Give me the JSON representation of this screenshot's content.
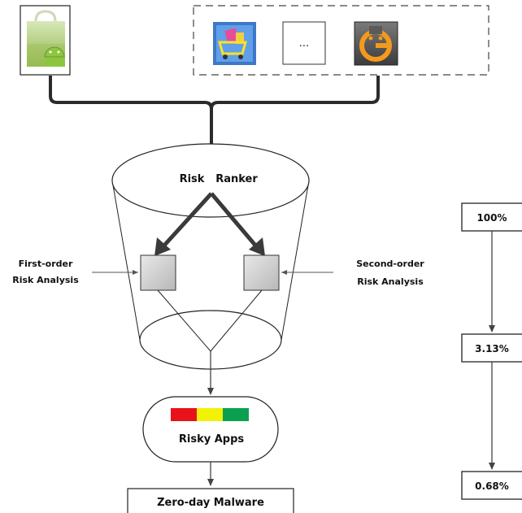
{
  "sources": {
    "ellipsis": "..."
  },
  "ranker": {
    "title_left": "Risk",
    "title_right": "Ranker"
  },
  "first_order": {
    "line1": "First-order",
    "line2": "Risk Analysis"
  },
  "second_order": {
    "line1": "Second-order",
    "line2": "Risk Analysis"
  },
  "risky_apps": {
    "label": "Risky Apps",
    "colors": [
      "#e8131a",
      "#f2f207",
      "#0aa050"
    ]
  },
  "malware": {
    "label": "Zero-day Malware"
  },
  "percentages": [
    "100%",
    "3.13%",
    "0.68%"
  ],
  "icons": [
    "android-market-icon",
    "shopping-cart-app-store-icon",
    "g-app-store-icon"
  ]
}
